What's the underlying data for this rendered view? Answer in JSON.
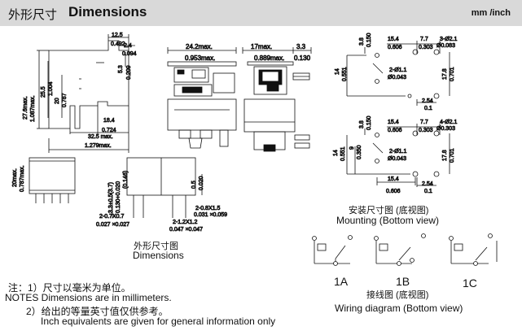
{
  "header": {
    "title_cn": "外形尺寸",
    "title_en": "Dimensions",
    "unit": "mm /inch"
  },
  "dims": {
    "d12_5": "12.5",
    "d0_492": "0.492",
    "d2_4": "2.4",
    "d0_094": "0.094",
    "d5_3": "5.3",
    "d0_209": "0.209",
    "d27_6": "27.6max.",
    "d1_087": "1.087max.",
    "d25_5": "25.5",
    "d1_004": "1.004",
    "d20": "20",
    "d0_787": "0.787",
    "d18_4": "18.4",
    "d0_724": "0.724",
    "d32_5": "32.5 max.",
    "d1_279": "1.279max.",
    "d24_2": "24.2max.",
    "d0_953": "0.953max.",
    "d17": "17max.",
    "d0_889": "0.889max.",
    "d3_3": "3.3",
    "d0_130": "0.130",
    "d20max": "20max.",
    "d0_787max": "0.787max.",
    "d3_3a": "3.3+0.5(3.7)",
    "d0_130a": "0.130+0.020",
    "d0_146": "(0.146)",
    "d0_5": "0.5",
    "d0_020": "0.020",
    "d2_08x1_5": "2-0.8X1.5",
    "d0_031": "0.031 ×0.059",
    "d2_07": "2-0.7X0.7",
    "d0_027": "0.027 ×0.027",
    "d2_12": "2-1.2X1.2",
    "d0_047": "0.047 ×0.047",
    "m15_4": "15.4",
    "m0_606": "0.606",
    "m7_7": "7.7",
    "m0_303": "0.303",
    "m3_d2_1": "3-Ø2.1",
    "m0_083": "Ø0.083",
    "m3_8": "3.8",
    "m0_150": "0.150",
    "m14": "14",
    "m0_551": "0.551",
    "m2_d1_1": "2-Ø1.1",
    "m0_043": "Ø0.043",
    "m17_8": "17.8",
    "m0_701": "0.701",
    "m2_54": "2.54",
    "m0_1": "0.1",
    "m4_d2_1": "4-Ø2.1",
    "m0_303d": "Ø0.303",
    "m9": "9",
    "m0_350": "0.350"
  },
  "labels": {
    "dim_cn": "外形尺寸图",
    "dim_en": "Dimensions",
    "mount_cn": "安装尺寸图 (底视图)",
    "mount_en": "Mounting (Bottom view)",
    "wiring_cn": "接线图 (底视图)",
    "wiring_en": "Wiring diagram (Bottom view)",
    "w1a": "1A",
    "w1b": "1B",
    "w1c": "1C"
  },
  "notes": {
    "n1_cn": "注：1）尺寸以毫米为单位。",
    "n1_en": "NOTES   Dimensions are in millimeters.",
    "n2_cn": "2）给出的等量英寸值仅供参考。",
    "n2_en": "Inch equivalents are given for general information only"
  }
}
